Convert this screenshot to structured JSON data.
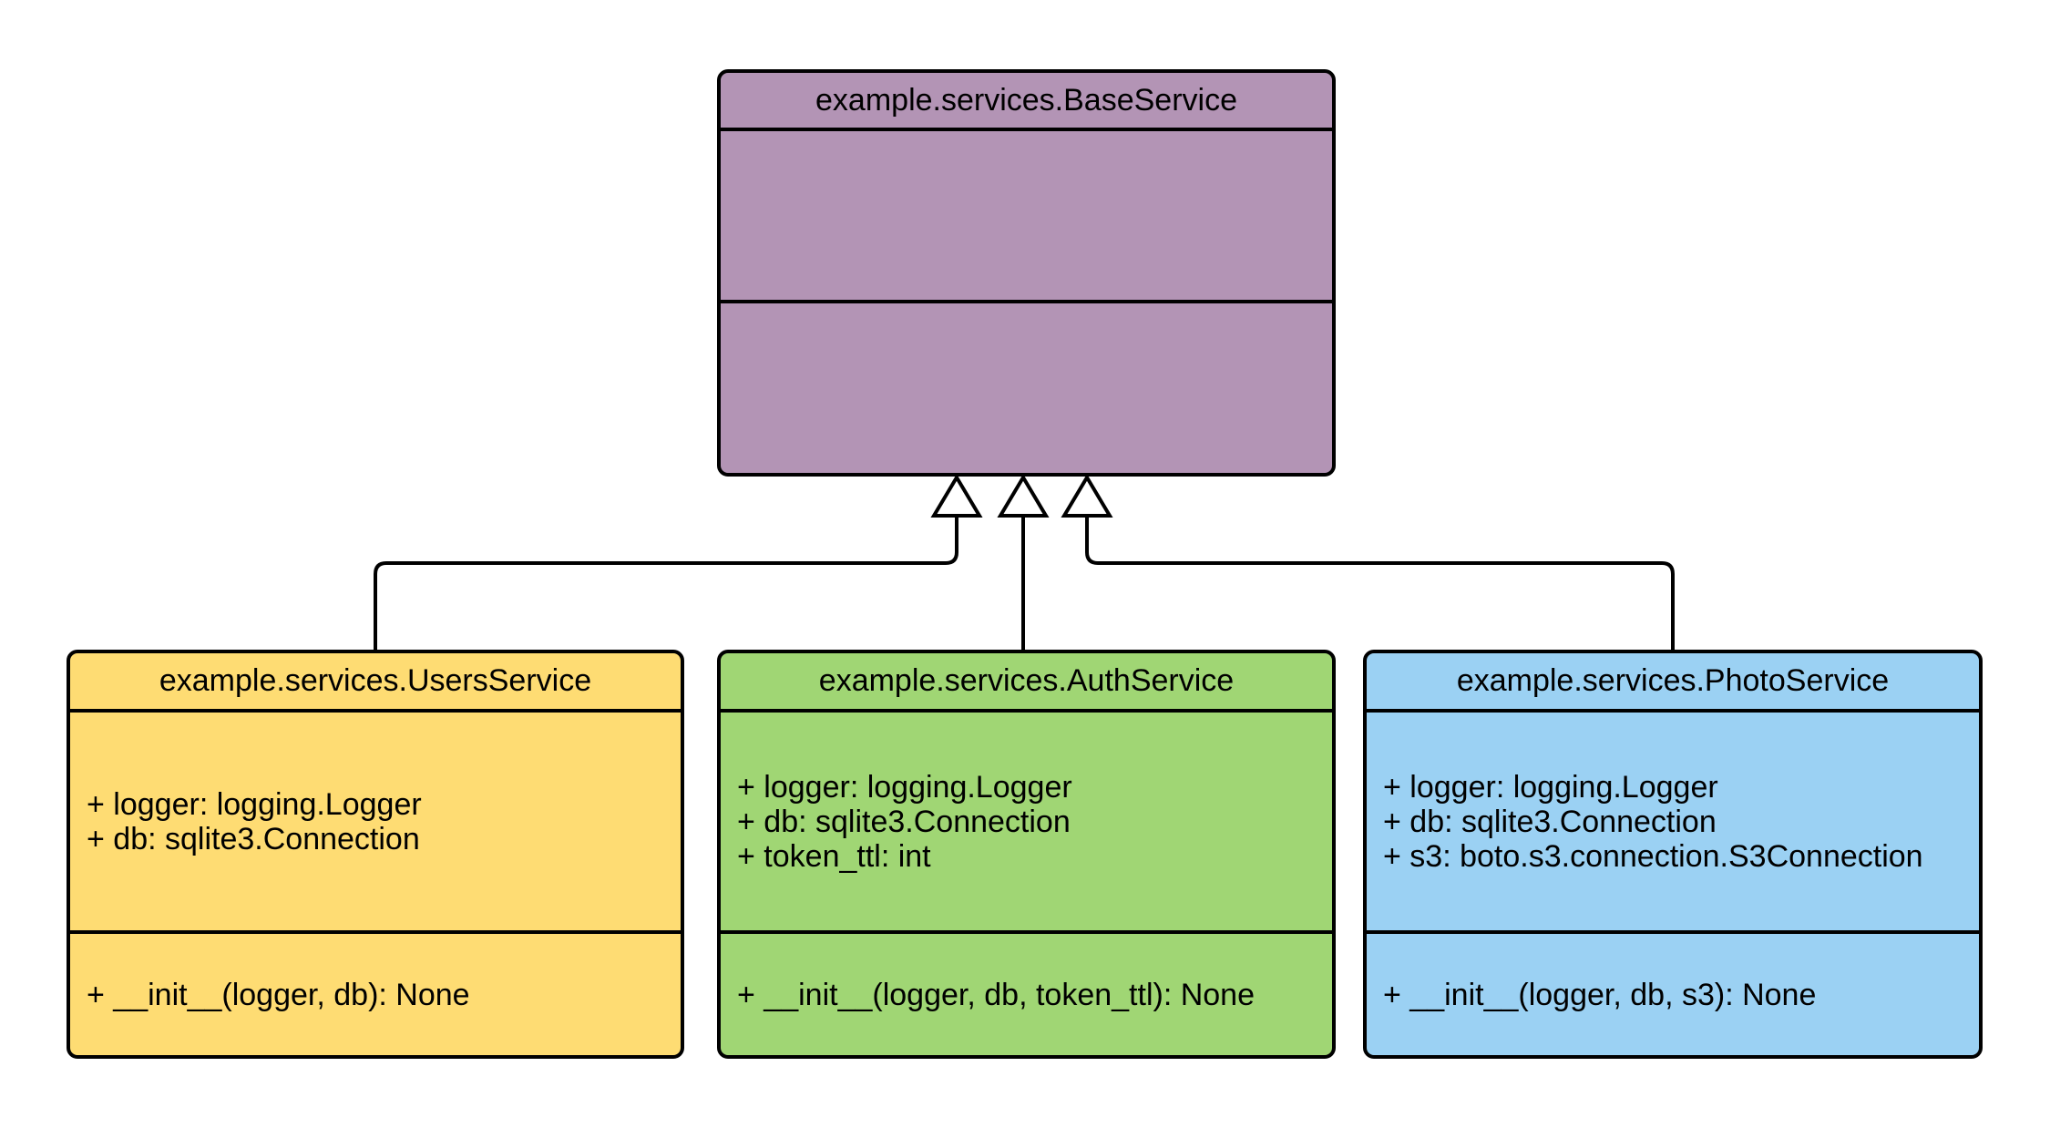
{
  "diagram_type": "uml-class-inheritance",
  "canvas": {
    "background": "#ffffff",
    "line_color": "#000000"
  },
  "base_class": {
    "title": "example.services.BaseService",
    "fill": "#b394b5",
    "attributes": [],
    "methods": []
  },
  "subclasses": [
    {
      "title": "example.services.UsersService",
      "fill": "#fedc73",
      "attributes": [
        "+ logger: logging.Logger",
        "+ db: sqlite3.Connection"
      ],
      "methods": [
        "+ __init__(logger, db): None"
      ]
    },
    {
      "title": "example.services.AuthService",
      "fill": "#a0d674",
      "attributes": [
        "+ logger: logging.Logger",
        "+ db: sqlite3.Connection",
        "+ token_ttl: int"
      ],
      "methods": [
        "+ __init__(logger, db, token_ttl): None"
      ]
    },
    {
      "title": "example.services.PhotoService",
      "fill": "#9bd1f3",
      "attributes": [
        "+ logger: logging.Logger",
        "+ db: sqlite3.Connection",
        "+ s3: boto.s3.connection.S3Connection"
      ],
      "methods": [
        "+ __init__(logger, db, s3): None"
      ]
    }
  ],
  "relationships": [
    {
      "from": "example.services.UsersService",
      "to": "example.services.BaseService",
      "type": "inheritance"
    },
    {
      "from": "example.services.AuthService",
      "to": "example.services.BaseService",
      "type": "inheritance"
    },
    {
      "from": "example.services.PhotoService",
      "to": "example.services.BaseService",
      "type": "inheritance"
    }
  ]
}
